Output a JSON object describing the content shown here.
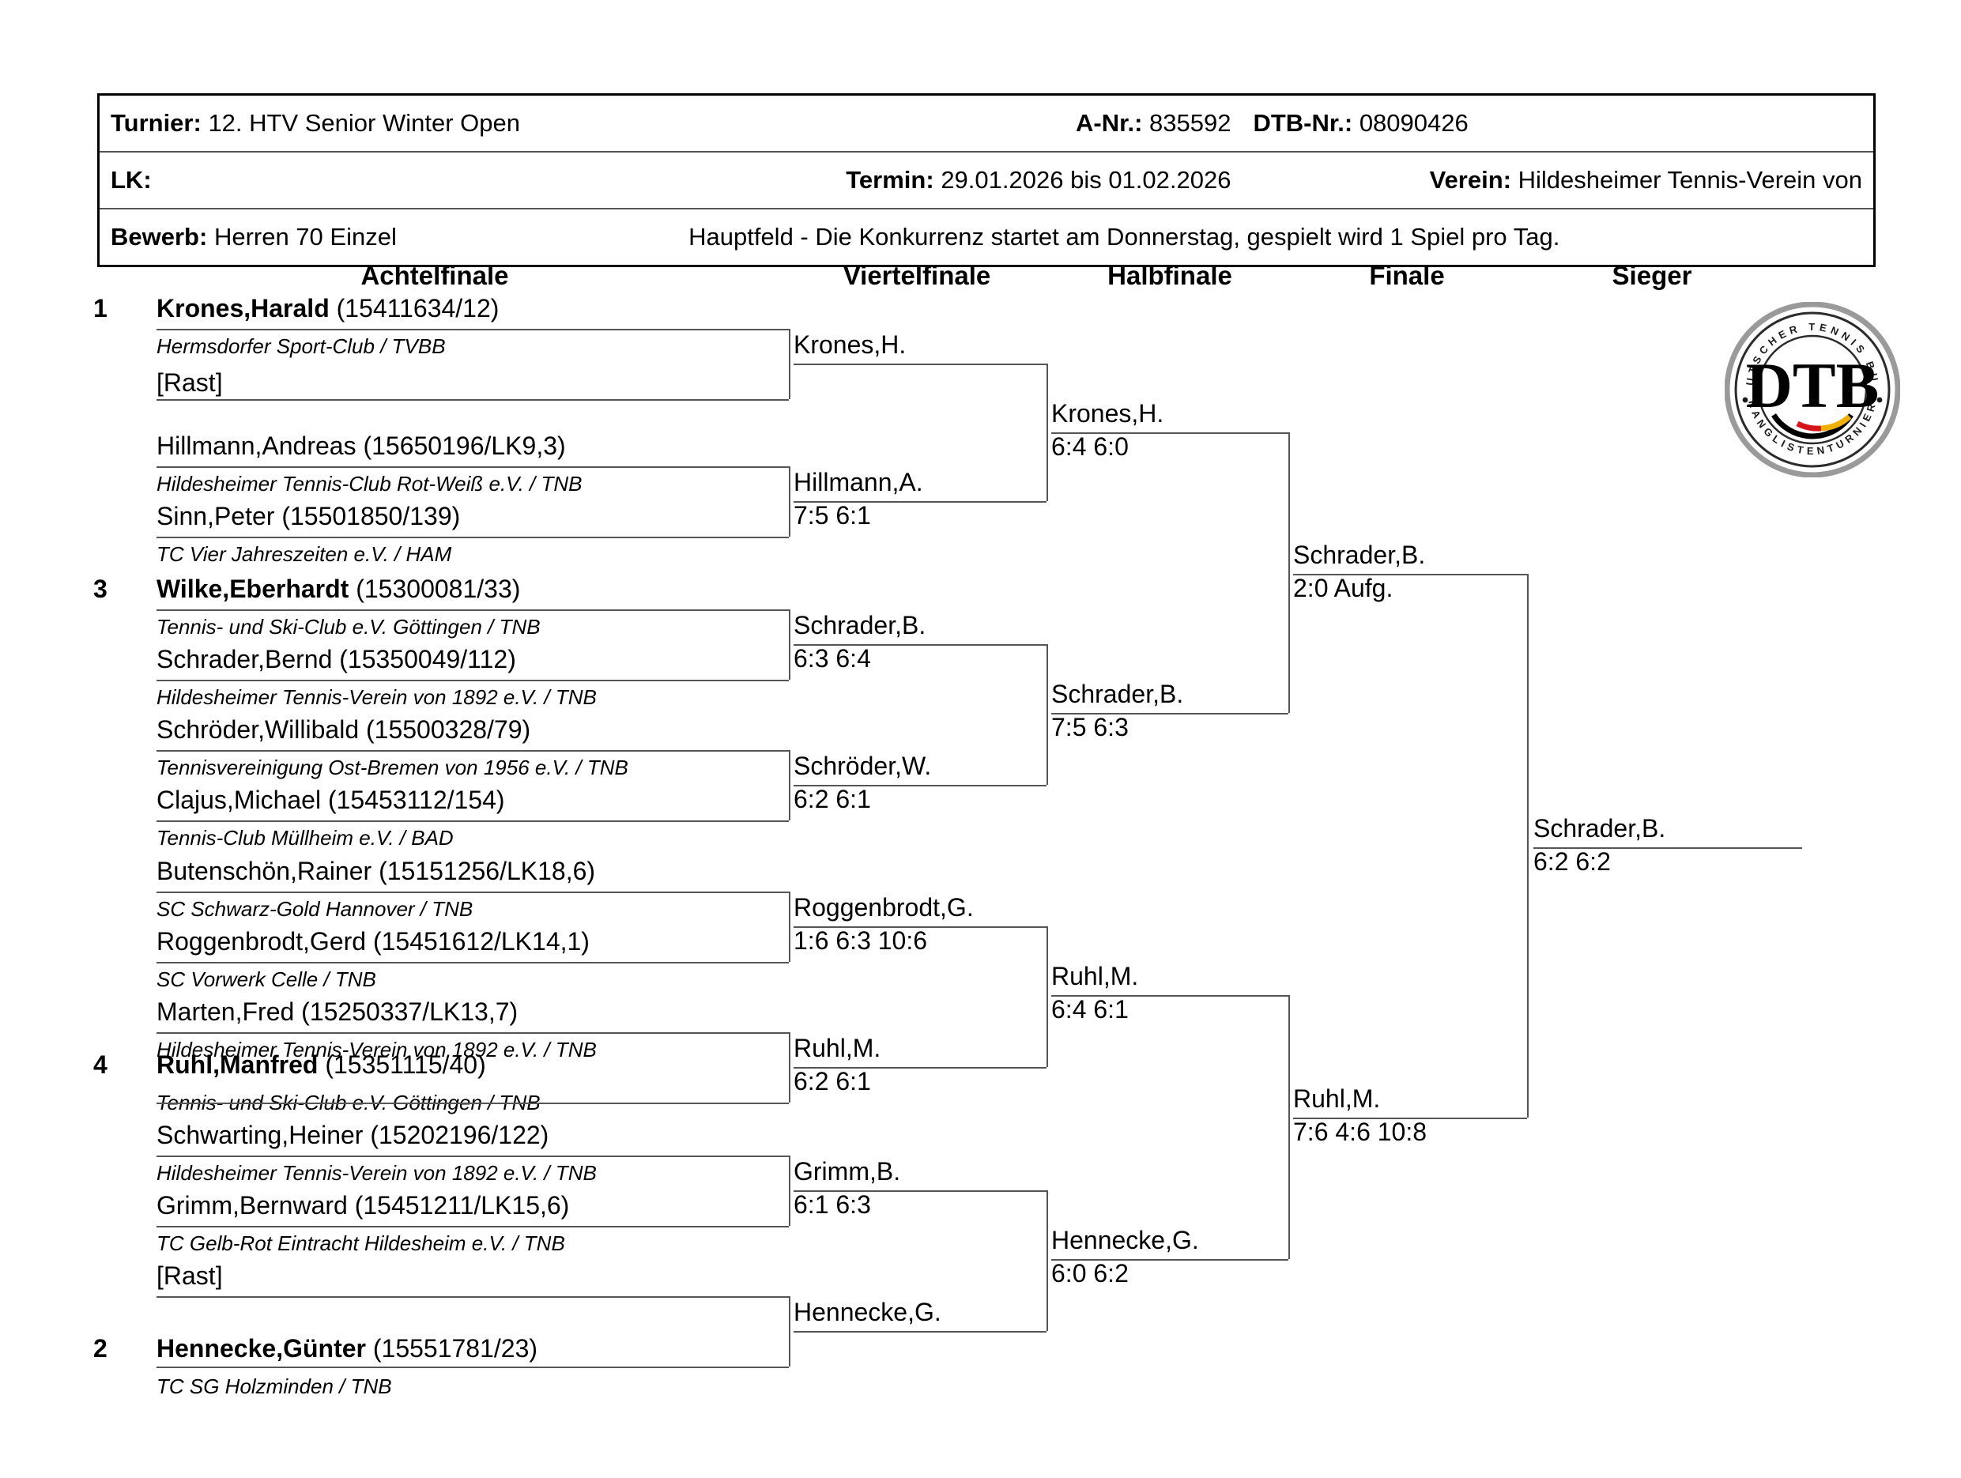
{
  "header": {
    "tournament_label": "Turnier:",
    "tournament_value": "12. HTV Senior Winter Open",
    "anr_label": "A-Nr.:",
    "anr_value": "835592",
    "dtbnr_label": "DTB-Nr.:",
    "dtbnr_value": "08090426",
    "lk_label": "LK:",
    "lk_value": "",
    "termin_label": "Termin:",
    "termin_value": "29.01.2026 bis 01.02.2026",
    "verein_label": "Verein:",
    "verein_value": "Hildesheimer Tennis-Verein von",
    "bewerb_label": "Bewerb:",
    "bewerb_value": "Herren 70 Einzel",
    "note": "Hauptfeld  - Die Konkurrenz startet am Donnerstag, gespielt wird 1 Spiel pro Tag."
  },
  "rounds": {
    "r16": "Achtelfinale",
    "qf": "Viertelfinale",
    "sf": "Halbfinale",
    "f": "Finale",
    "winner": "Sieger"
  },
  "logo": {
    "center": "DTB",
    "top_arc": "DEUTSCHER TENNIS BUND",
    "bottom_arc": "RANGLISTENTURNIER"
  },
  "draw": [
    {
      "seed": "1",
      "name": "Krones,Harald",
      "id": "(15411634/12)",
      "bold": true,
      "club": "Hermsdorfer Sport-Club / TVBB"
    },
    {
      "seed": "",
      "name": "[Rast]",
      "id": "",
      "bold": false,
      "club": ""
    },
    {
      "seed": "",
      "name": "Hillmann,Andreas",
      "id": "(15650196/LK9,3)",
      "bold": false,
      "club": "Hildesheimer Tennis-Club Rot-Weiß e.V. / TNB"
    },
    {
      "seed": "",
      "name": "Sinn,Peter",
      "id": "(15501850/139)",
      "bold": false,
      "club": "TC Vier Jahreszeiten e.V. / HAM"
    },
    {
      "seed": "3",
      "name": "Wilke,Eberhardt",
      "id": "(15300081/33)",
      "bold": true,
      "club": "Tennis- und Ski-Club e.V. Göttingen / TNB"
    },
    {
      "seed": "",
      "name": "Schrader,Bernd",
      "id": "(15350049/112)",
      "bold": false,
      "club": "Hildesheimer Tennis-Verein von 1892 e.V. / TNB"
    },
    {
      "seed": "",
      "name": "Schröder,Willibald",
      "id": "(15500328/79)",
      "bold": false,
      "club": "Tennisvereinigung Ost-Bremen von 1956 e.V. / TNB"
    },
    {
      "seed": "",
      "name": "Clajus,Michael",
      "id": "(15453112/154)",
      "bold": false,
      "club": "Tennis-Club Müllheim e.V. / BAD"
    },
    {
      "seed": "",
      "name": "Butenschön,Rainer",
      "id": "(15151256/LK18,6)",
      "bold": false,
      "club": "SC Schwarz-Gold Hannover / TNB"
    },
    {
      "seed": "",
      "name": "Roggenbrodt,Gerd",
      "id": "(15451612/LK14,1)",
      "bold": false,
      "club": "SC Vorwerk Celle / TNB"
    },
    {
      "seed": "",
      "name": "Marten,Fred",
      "id": "(15250337/LK13,7)",
      "bold": false,
      "club": "Hildesheimer Tennis-Verein von 1892 e.V. / TNB"
    },
    {
      "seed": "4",
      "name": "Ruhl,Manfred",
      "id": "(15351115/40)",
      "bold": true,
      "club": "Tennis- und Ski-Club e.V. Göttingen / TNB"
    },
    {
      "seed": "",
      "name": "Schwarting,Heiner",
      "id": "(15202196/122)",
      "bold": false,
      "club": "Hildesheimer Tennis-Verein von 1892 e.V. / TNB"
    },
    {
      "seed": "",
      "name": "Grimm,Bernward",
      "id": "(15451211/LK15,6)",
      "bold": false,
      "club": "TC Gelb-Rot Eintracht Hildesheim e.V. / TNB"
    },
    {
      "seed": "",
      "name": "[Rast]",
      "id": "",
      "bold": false,
      "club": ""
    },
    {
      "seed": "2",
      "name": "Hennecke,Günter",
      "id": "(15551781/23)",
      "bold": true,
      "club": "TC SG Holzminden / TNB"
    }
  ],
  "quarterfinals": [
    {
      "name": "Krones,H.",
      "score": ""
    },
    {
      "name": "Hillmann,A.",
      "score": "7:5 6:1"
    },
    {
      "name": "Schrader,B.",
      "score": "6:3 6:4"
    },
    {
      "name": "Schröder,W.",
      "score": "6:2 6:1"
    },
    {
      "name": "Roggenbrodt,G.",
      "score": "1:6 6:3 10:6"
    },
    {
      "name": "Ruhl,M.",
      "score": "6:2 6:1"
    },
    {
      "name": "Grimm,B.",
      "score": "6:1 6:3"
    },
    {
      "name": "Hennecke,G.",
      "score": ""
    }
  ],
  "semifinals": [
    {
      "name": "Krones,H.",
      "score": "6:4 6:0"
    },
    {
      "name": "Schrader,B.",
      "score": "7:5 6:3"
    },
    {
      "name": "Ruhl,M.",
      "score": "6:4 6:1"
    },
    {
      "name": "Hennecke,G.",
      "score": "6:0 6:2"
    }
  ],
  "final": [
    {
      "name": "Schrader,B.",
      "score": "2:0 Aufg."
    },
    {
      "name": "Ruhl,M.",
      "score": "7:6 4:6 10:8"
    }
  ],
  "champion": {
    "name": "Schrader,B.",
    "score": "6:2 6:2"
  }
}
